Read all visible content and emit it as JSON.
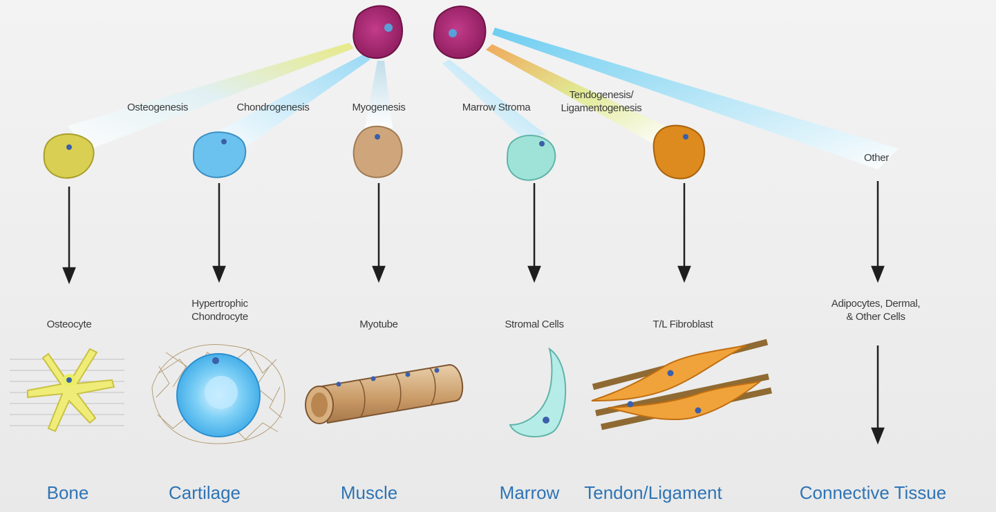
{
  "process_labels": {
    "osteogenesis": "Osteogenesis",
    "chondrogenesis": "Chondrogenesis",
    "myogenesis": "Myogenesis",
    "marrow_stroma": "Marrow Stroma",
    "tendo_line1": "Tendogenesis/",
    "tendo_line2": "Ligamentogenesis",
    "other": "Other"
  },
  "cell_types": {
    "osteocyte": "Osteocyte",
    "hyper_line1": "Hypertrophic",
    "hyper_line2": "Chondrocyte",
    "myotube": "Myotube",
    "stromal": "Stromal Cells",
    "fibroblast": "T/L Fibroblast",
    "adipo_line1": "Adipocytes, Dermal,",
    "adipo_line2": "& Other Cells"
  },
  "tissues": {
    "bone": "Bone",
    "cartilage": "Cartilage",
    "muscle": "Muscle",
    "marrow": "Marrow",
    "tendon": "Tendon/Ligament",
    "connective": "Connective Tissue"
  },
  "colors": {
    "stem_cell": "#a3246e",
    "bone": "#d9cf52",
    "cartilage": "#6cc2ee",
    "muscle": "#cfa67c",
    "marrow": "#9fe3d8",
    "tendon": "#dd8a1e",
    "tissue_text": "#2e74b5"
  }
}
